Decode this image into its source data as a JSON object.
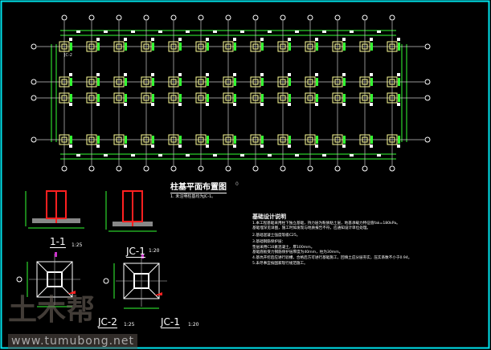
{
  "colors": {
    "frame": "#00e5ee",
    "grid": "#c8c8c8",
    "dim": "#33ff33",
    "column": "#ffff99",
    "rebar": "#ff2020",
    "text": "#ffffff",
    "marker": "#cc33cc"
  },
  "plan": {
    "columns": 13,
    "rows": 4,
    "title": "柱基平面布置图",
    "title_scale": "0",
    "note": "1. 未注明柱基均为JC-1。",
    "label_jc2": "JC-2"
  },
  "design_notes": {
    "title": "基础设计说明",
    "lines": [
      "1.本工程基础采用柱下独立基础，持力层为粉质粘土层，地基承载力特征值fak=180kPa。",
      "  基础埋深见详图，施工时如发现与地质报告不符，应通知设计单位处理。",
      "2.基础混凝土强度等级C25。",
      "3.基础钢筋保护层：",
      "  垫层采用C10素混凝土，厚100mm。",
      "    基础底板受力钢筋保护层厚度为40mm，柱为30mm。",
      "4.基坑开挖后应进行验槽，合格后方可进行基础施工，回填土应分层夯实，压实系数不小于0.94。",
      "5.未尽事宜按国家现行规范施工。"
    ]
  },
  "details": [
    {
      "label": "1-1",
      "scale": "1:25"
    },
    {
      "label": "JC-1",
      "scale": "1:20"
    },
    {
      "label": "JC-2",
      "scale": "1:25"
    },
    {
      "label": "JC-1",
      "scale": "1:20"
    }
  ],
  "watermark": {
    "logo": "土木帮",
    "url": "www.tumubong.net"
  }
}
